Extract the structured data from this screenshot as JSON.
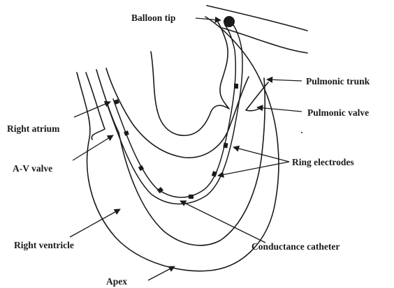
{
  "labels": {
    "balloon_tip": "Balloon tip",
    "pulmonic_trunk": "Pulmonic trunk",
    "right_atrium": "Right atrium",
    "pulmonic_valve": "Pulmonic valve",
    "av_valve": "A-V valve",
    "ring_electrodes": "Ring electrodes",
    "right_ventricle": "Right ventricle",
    "conductance_catheter": "Conductance catheter",
    "apex": "Apex"
  },
  "colors": {
    "ink": "#1a1a1a",
    "background": "#ffffff"
  }
}
